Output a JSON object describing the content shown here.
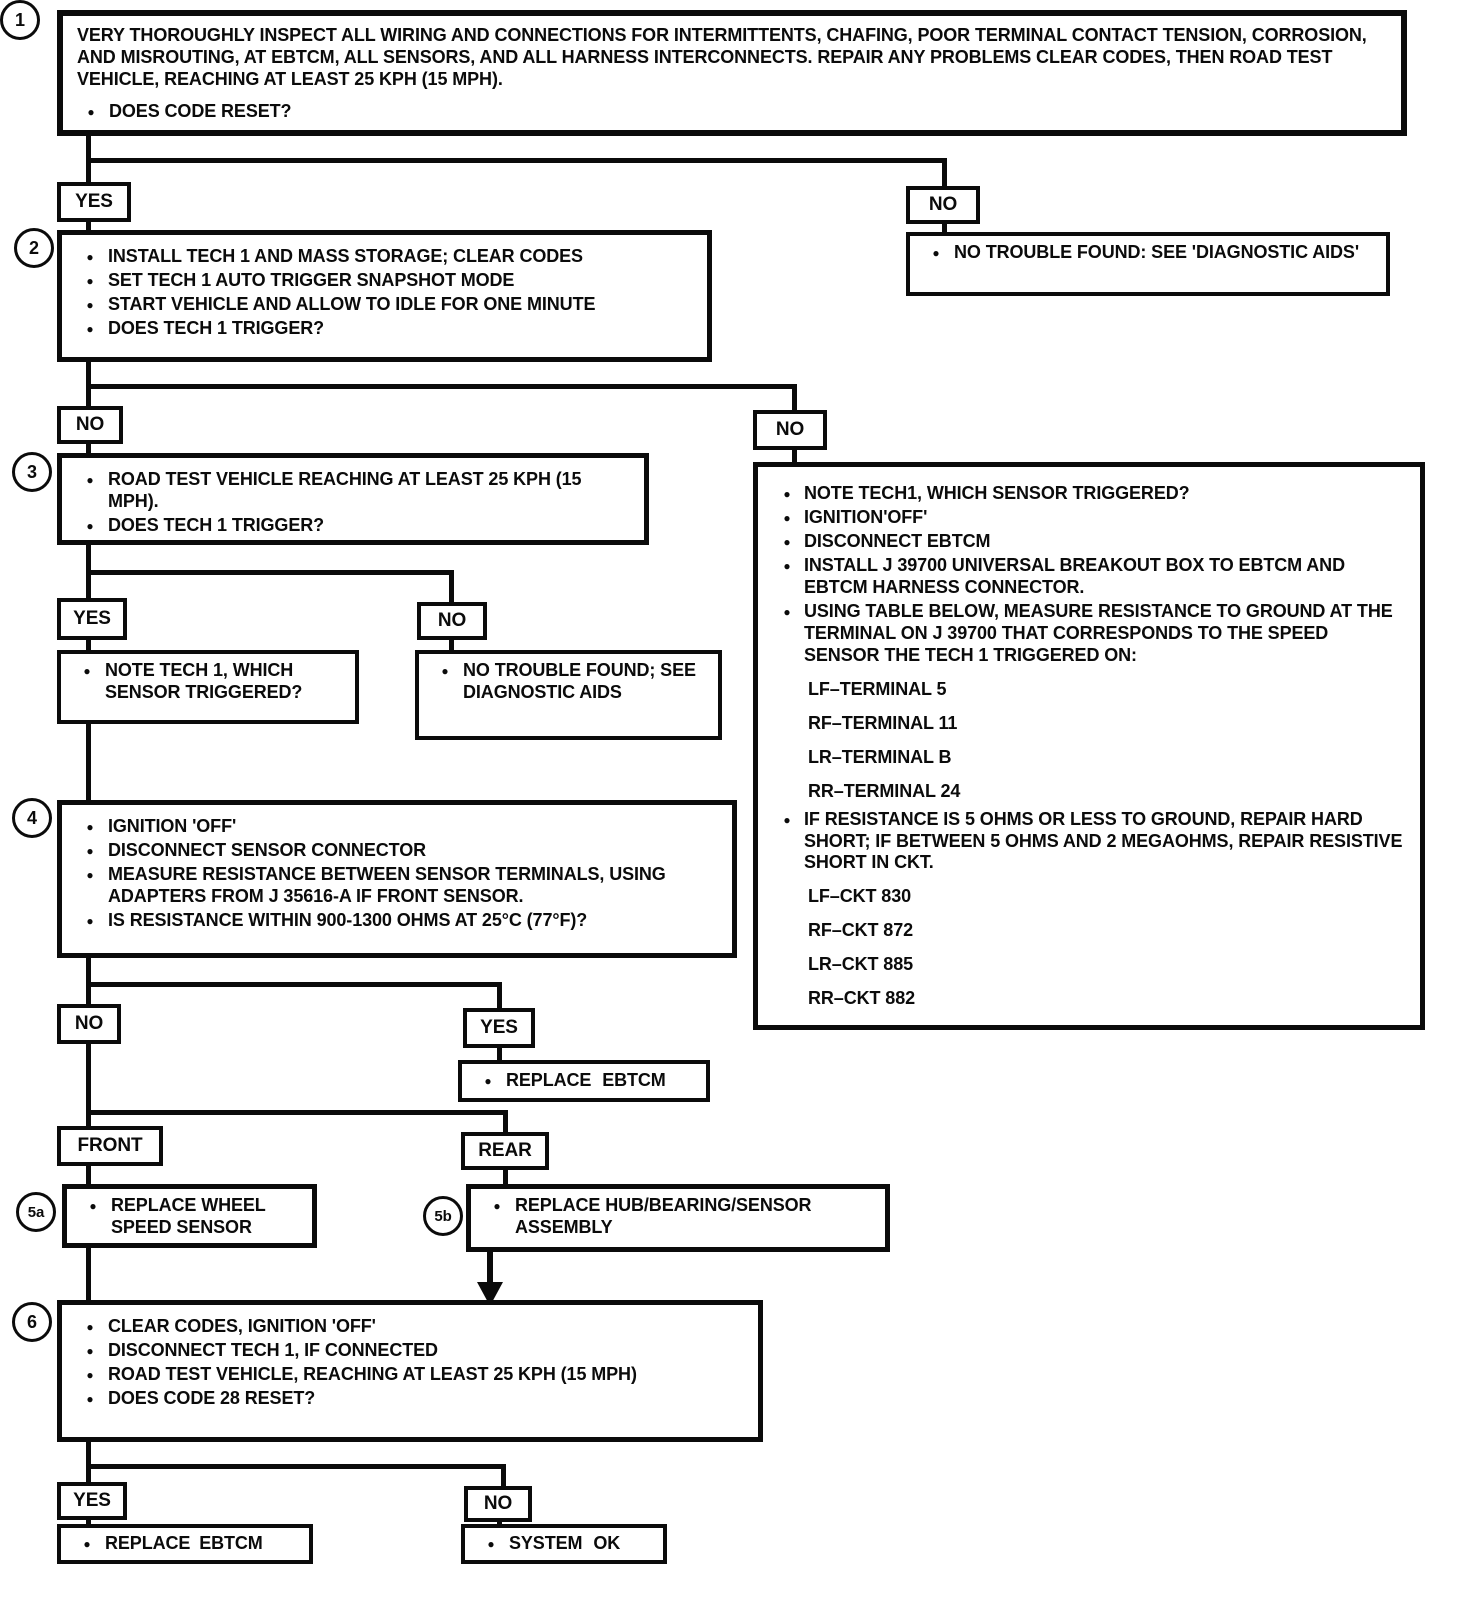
{
  "icons": {
    "bullet": "●"
  },
  "labels": {
    "yes": "YES",
    "no": "NO",
    "front": "FRONT",
    "rear": "REAR"
  },
  "steps": {
    "s1": {
      "number": "1",
      "text": "VERY THOROUGHLY INSPECT ALL WIRING AND CONNECTIONS FOR INTERMITTENTS, CHAFING, POOR TERMINAL CONTACT TENSION, CORROSION, AND MISROUTING, AT EBTCM, ALL SENSORS, AND ALL HARNESS INTERCONNECTS. REPAIR ANY PROBLEMS CLEAR CODES, THEN ROAD TEST VEHICLE, REACHING AT LEAST 25 KPH (15 MPH).",
      "bullets": [
        "DOES CODE RESET?"
      ]
    },
    "s2": {
      "number": "2",
      "bullets": [
        "INSTALL TECH 1 AND MASS STORAGE; CLEAR CODES",
        "SET TECH 1 AUTO TRIGGER SNAPSHOT MODE",
        "START VEHICLE AND ALLOW TO IDLE FOR ONE MINUTE",
        "DOES TECH 1 TRIGGER?"
      ]
    },
    "s3": {
      "number": "3",
      "bullets": [
        "ROAD TEST VEHICLE REACHING AT LEAST 25 KPH (15 MPH).",
        "DOES TECH 1 TRIGGER?"
      ]
    },
    "s4": {
      "number": "4",
      "bullets": [
        "IGNITION 'OFF'",
        "DISCONNECT SENSOR CONNECTOR",
        "MEASURE RESISTANCE BETWEEN SENSOR TERMINALS, USING ADAPTERS FROM J 35616-A IF FRONT SENSOR.",
        "IS RESISTANCE WITHIN 900-1300 OHMS AT 25°C (77°F)?"
      ]
    },
    "s5a": {
      "number": "5a",
      "bullets": [
        "REPLACE WHEEL SPEED SENSOR"
      ]
    },
    "s5b": {
      "number": "5b",
      "bullets": [
        "REPLACE HUB/BEARING/SENSOR ASSEMBLY"
      ]
    },
    "s6": {
      "number": "6",
      "bullets": [
        "CLEAR CODES, IGNITION 'OFF'",
        "DISCONNECT TECH 1, IF CONNECTED",
        "ROAD TEST VEHICLE, REACHING AT LEAST 25 KPH (15 MPH)",
        "DOES CODE 28 RESET?"
      ]
    }
  },
  "right_box": {
    "bullets": [
      {
        "text": "NOTE TECH1, WHICH SENSOR TRIGGERED?"
      },
      {
        "text": "IGNITION'OFF'"
      },
      {
        "text": "DISCONNECT EBTCM"
      },
      {
        "text": "INSTALL J 39700 UNIVERSAL BREAKOUT BOX TO EBTCM AND EBTCM HARNESS CONNECTOR."
      },
      {
        "text": "USING TABLE BELOW, MEASURE RESISTANCE TO GROUND AT THE TERMINAL ON J 39700 THAT CORRESPONDS TO THE SPEED SENSOR THE TECH 1 TRIGGERED ON:",
        "sub": [
          "LF–TERMINAL 5",
          "RF–TERMINAL 11",
          "LR–TERMINAL B",
          "RR–TERMINAL 24"
        ]
      },
      {
        "text": "IF RESISTANCE IS 5 OHMS OR LESS TO GROUND, REPAIR HARD SHORT; IF BETWEEN 5 OHMS AND 2 MEGAOHMS, REPAIR RESISTIVE SHORT IN CKT.",
        "sub": [
          "LF–CKT 830",
          "RF–CKT 872",
          "LR–CKT 885",
          "RR–CKT 882"
        ]
      }
    ]
  },
  "outcomes": {
    "no_trouble_top": "NO TROUBLE FOUND: SEE 'DIAGNOSTIC AIDS'",
    "note_tech": "NOTE TECH 1, WHICH SENSOR TRIGGERED?",
    "no_trouble_mid": "NO TROUBLE FOUND; SEE DIAGNOSTIC AIDS",
    "replace_ebtcm_mid": "REPLACE EBTCM",
    "replace_ebtcm_final": "REPLACE EBTCM",
    "system_ok": "SYSTEM OK"
  }
}
